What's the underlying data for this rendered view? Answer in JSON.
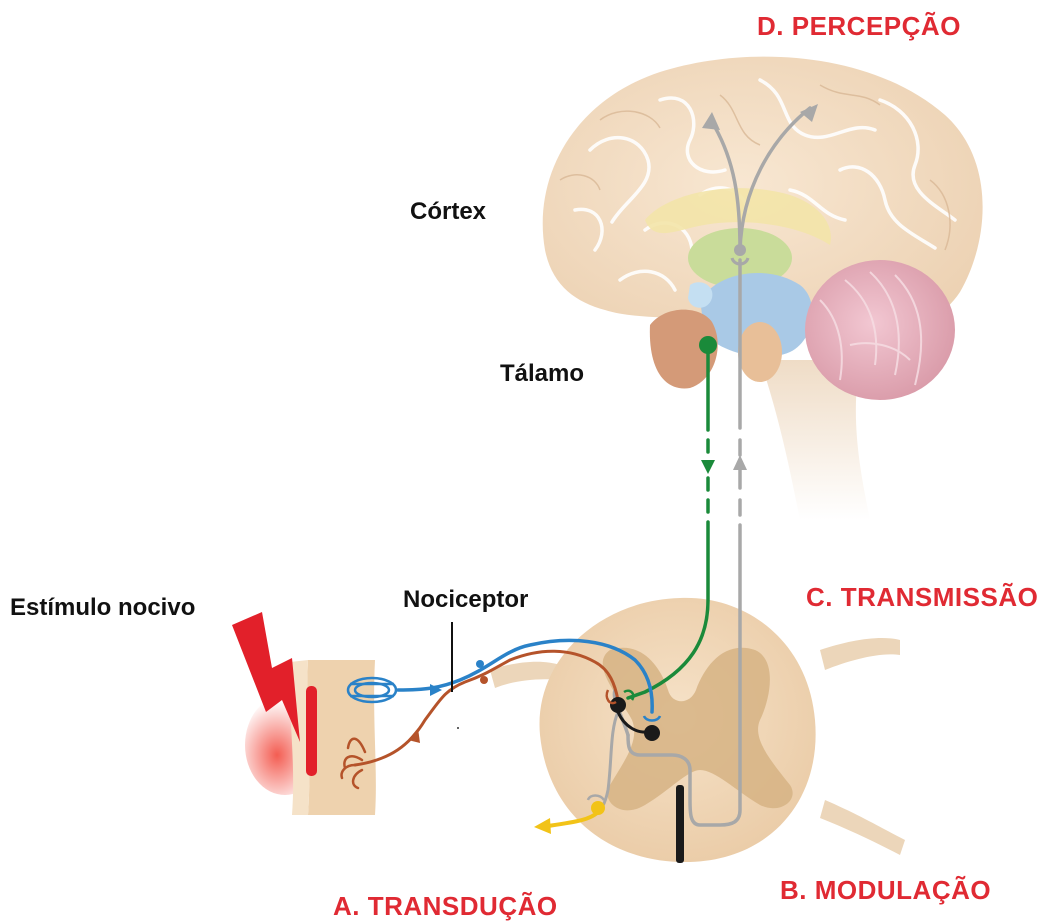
{
  "labels": {
    "percepcao": "D. PERCEPÇÃO",
    "cortex": "Córtex",
    "talamo": "Tálamo",
    "transmissao": "C. TRANSMISSÃO",
    "nociceptor": "Nociceptor",
    "estimulo": "Estímulo nocivo",
    "modulacao": "B. MODULAÇÃO",
    "transducao": "A. TRANSDUÇÃO"
  },
  "colors": {
    "stage_label": "#e02a33",
    "ascending_pathway": "#a8a8a8",
    "descending_pathway": "#1a8a3a",
    "nociceptor_fiber": "#2a82c8",
    "secondary_fiber": "#b5532a",
    "reflex_pathway": "#f2c318",
    "stimulus": "#e2202a"
  }
}
